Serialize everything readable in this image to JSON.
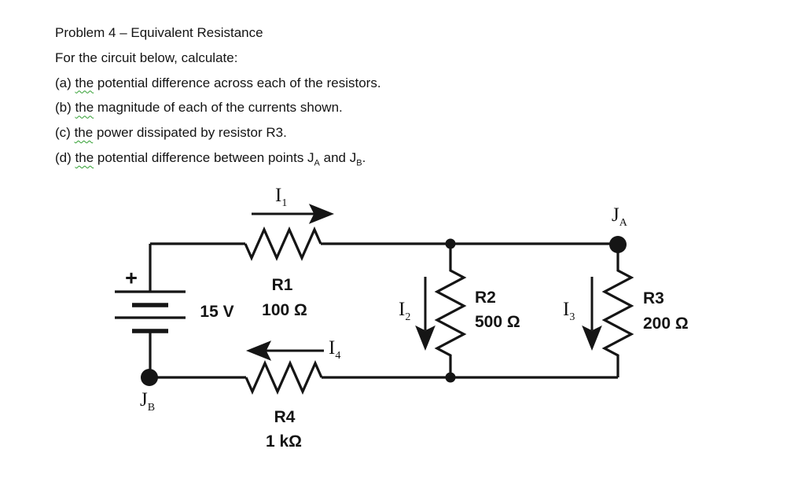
{
  "problem": {
    "title": "Problem 4 – Equivalent Resistance",
    "intro": "For the circuit below, calculate:",
    "items": [
      {
        "prefix": "(a)",
        "flagged_word": "the",
        "rest": "potential difference across each of the resistors."
      },
      {
        "prefix": "(b)",
        "flagged_word": "the",
        "rest": "magnitude of each of the currents shown."
      },
      {
        "prefix": "(c)",
        "flagged_word": "the",
        "rest": "power dissipated by resistor R3."
      },
      {
        "prefix": "(d)",
        "flagged_word": "the",
        "rest": "potential difference between points J",
        "node_a_sub": "A",
        "mid": "and J",
        "node_b_sub": "B",
        "end": "."
      }
    ],
    "squiggle_color": "#2f9e2f"
  },
  "circuit": {
    "wire_color": "#151515",
    "battery": {
      "plus_label": "+",
      "voltage": "15 V"
    },
    "resistors": [
      {
        "name": "R1",
        "value": "100 Ω"
      },
      {
        "name": "R2",
        "value": "500 Ω"
      },
      {
        "name": "R3",
        "value": "200 Ω"
      },
      {
        "name": "R4",
        "value": "1 kΩ"
      }
    ],
    "currents": [
      {
        "base": "I",
        "sub": "1"
      },
      {
        "base": "I",
        "sub": "2"
      },
      {
        "base": "I",
        "sub": "3"
      },
      {
        "base": "I",
        "sub": "4"
      }
    ],
    "nodes": [
      {
        "base": "J",
        "sub": "A"
      },
      {
        "base": "J",
        "sub": "B"
      }
    ]
  }
}
